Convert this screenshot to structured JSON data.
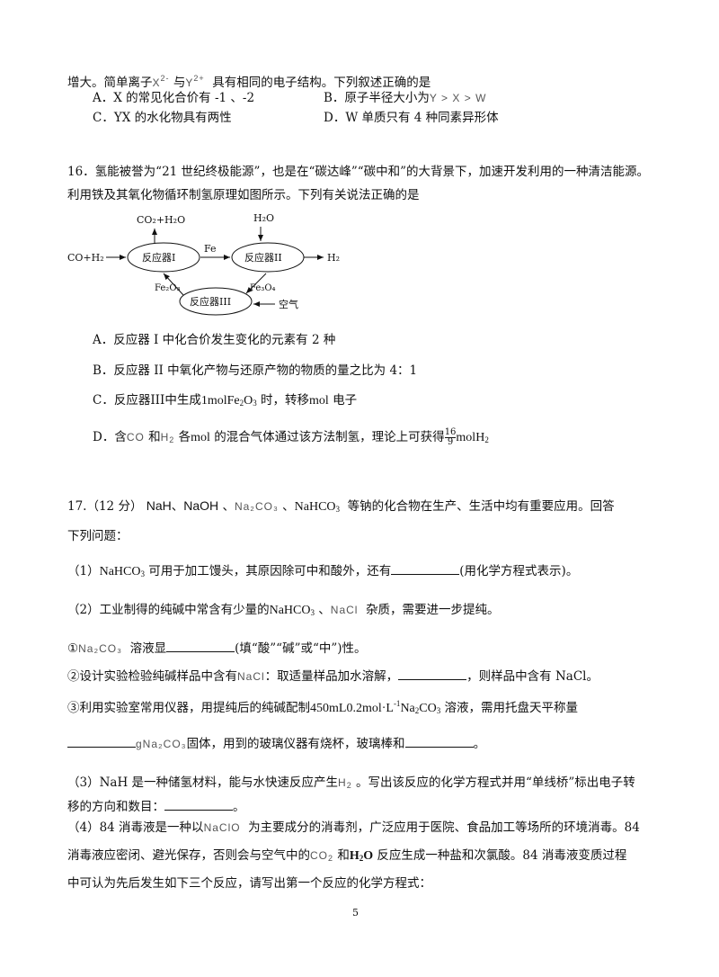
{
  "q15": {
    "stem_a": "增大。简单离子",
    "ion_x": "X",
    "ion_x_charge": "2-",
    "stem_b": "与",
    "ion_y": "Y",
    "ion_y_charge": "2+",
    "stem_c": "具有相同的电子结构。下列叙述正确的是",
    "opt_a": "A．X 的常见化合价有 -1 、-2",
    "opt_b_a": "B．原子半径大小为",
    "opt_b_b": "Y > X > W",
    "opt_c": "C．YX 的水化物具有两性",
    "opt_d": "D．W 单质只有 4 种同素异形体"
  },
  "q16": {
    "line1": "16．氢能被誉为“21 世纪终极能源”，也是在“碳达峰”“碳中和”的大背景下，加速开发利用的一种清洁能源。",
    "line2": "利用铁及其氧化物循环制氢原理如图所示。下列有关说法正确的是",
    "diagram": {
      "co2_h2o": "CO₂+H₂O",
      "h2o": "H₂O",
      "co_h2": "CO+H₂",
      "reactor1": "反应器I",
      "reactor2": "反应器II",
      "reactor3": "反应器III",
      "fe": "Fe",
      "h2_out": "H₂",
      "fe2o3": "Fe₂O₃",
      "fe3o4": "Fe₃O₄",
      "air": "空气"
    },
    "opt_a": "A．反应器 I 中化合价发生变化的元素有 2 种",
    "opt_b": "B．反应器 II 中氧化产物与还原产物的物质的量之比为 4：1",
    "opt_c_a": "C．反应器III中生成",
    "opt_c_b": "1molFe",
    "opt_c_sub1": "2",
    "opt_c_o": "O",
    "opt_c_sub2": "3",
    "opt_c_c": "时，转移",
    "opt_c_d": "mol",
    "opt_c_e": "电子",
    "opt_d_a": "D．含",
    "opt_d_co": "CO",
    "opt_d_b": "和",
    "opt_d_h2": "H",
    "opt_d_h2sub": "2",
    "opt_d_c": "各",
    "opt_d_d": "mol",
    "opt_d_e": "的混合气体通过该方法制氢，理论上可获得",
    "opt_d_num": "16",
    "opt_d_den": "9",
    "opt_d_f": "molH",
    "opt_d_fsub": "2"
  },
  "q17": {
    "head_a": "17.（12 分）",
    "nah": "NaH",
    "sep1": "、",
    "naoh": "NaOH",
    "sep2": "、",
    "na2co3": "Na₂CO₃",
    "sep3": "、",
    "nahco3_a": "NaHCO",
    "nahco3_sub": "3",
    "head_b": "等钠的化合物在生产、生活中均有重要应用。回答",
    "head_c": "下列问题：",
    "p1_a": "（1）",
    "p1_b": "NaHCO",
    "p1_sub": "3",
    "p1_c": "可用于加工馒头，其原因除可中和酸外，还有",
    "p1_d": "(用化学方程式表示)。",
    "p2_a": "（2）工业制得的纯碱中常含有少量的",
    "p2_b": "NaHCO",
    "p2_sub": "3",
    "p2_c": "、",
    "p2_d": "NaCl",
    "p2_e": "杂质，需要进一步提纯。",
    "s1_a": "①",
    "s1_b": "Na₂CO₃",
    "s1_c": "溶液显",
    "s1_d": "(填“酸”“碱”或“中”)性。",
    "s2_a": "②设计实验检验纯碱样品中含有",
    "s2_b": "NaCl",
    "s2_c": "：取适量样品加水溶解，",
    "s2_d": "，则样品中含有 NaCl。",
    "s3_a": "③利用实验室常用仪器，用提纯后的纯碱配制",
    "s3_b": "450mL0.2mol·L",
    "s3_sup": "-1",
    "s3_c": "Na",
    "s3_sub1": "2",
    "s3_d": "CO",
    "s3_sub2": "3",
    "s3_e": "溶液，需用托盘天平称量",
    "s3_f": "gNa₂CO₃",
    "s3_g": "固体，用到的玻璃仪器有烧杯，玻璃棒和",
    "s3_h": "。",
    "p3_a": "（3）NaH 是一种储氢材料，能与水快速反应产生",
    "p3_b": "H",
    "p3_sub": "2",
    "p3_c": "。写出该反应的化学方程式并用“单线桥”标出电子转",
    "p3_d": "移的方向和数目：",
    "p3_e": "。",
    "p4_a": "（4）84 消毒液是一种以",
    "p4_b": "NaClO",
    "p4_c": "为主要成分的消毒剂，广泛应用于医院、食品加工等场所的环境消毒。84",
    "p4_d": "消毒液应密闭、避光保存，否则会与空气中的",
    "p4_e": "CO",
    "p4_esub": "2",
    "p4_f": "和",
    "p4_g": "H",
    "p4_gsub": "2",
    "p4_g2": "O",
    "p4_h": "反应生成一种盐和次氯酸。84 消毒液变质过程",
    "p4_i": "中可认为先后发生如下三个反应，请写出第一个反应的化学方程式："
  },
  "page_number": "5"
}
